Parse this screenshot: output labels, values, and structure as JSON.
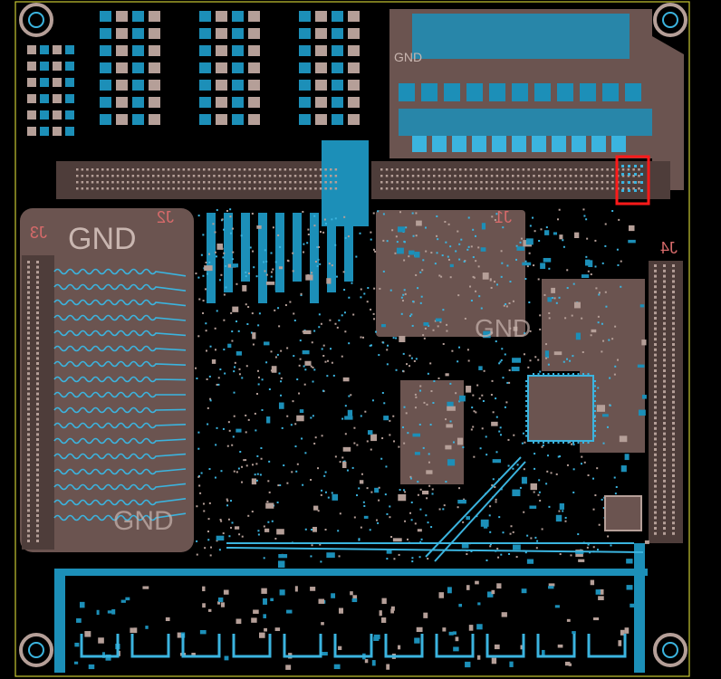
{
  "colors": {
    "background": "#000000",
    "board_outline": "#c8c832",
    "pour": "#6b5450",
    "pour_dark": "#4e3d3a",
    "copper_top": "#1c8fb8",
    "copper_bright": "#3bb4df",
    "pad": "#b59f98",
    "silkscreen": "#d66a6a",
    "selection": "#ff1a1a"
  },
  "labels": {
    "gnd_j3": "GND",
    "gnd_j3_bottom": "GND",
    "gnd_j1": "GND",
    "gnd_top_right": "GND",
    "designator_j3": "J3",
    "designator_j2": "J2",
    "designator_j1": "J1",
    "designator_j4": "J4"
  },
  "icons": [
    "mounting-hole-icon"
  ]
}
